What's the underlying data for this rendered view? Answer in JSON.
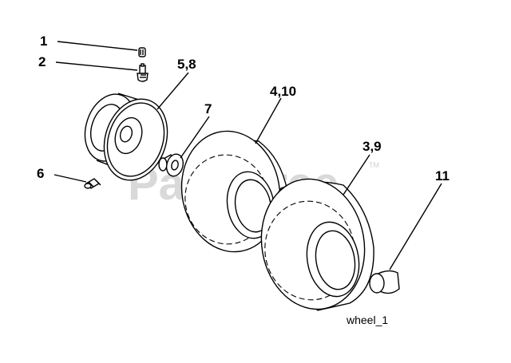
{
  "watermark": {
    "text": "PartsTree",
    "tm": "TM"
  },
  "callouts": {
    "c1": "1",
    "c2": "2",
    "c58": "5,8",
    "c7": "7",
    "c410": "4,10",
    "c6": "6",
    "c39": "3,9",
    "c11": "11"
  },
  "caption": "wheel_1"
}
